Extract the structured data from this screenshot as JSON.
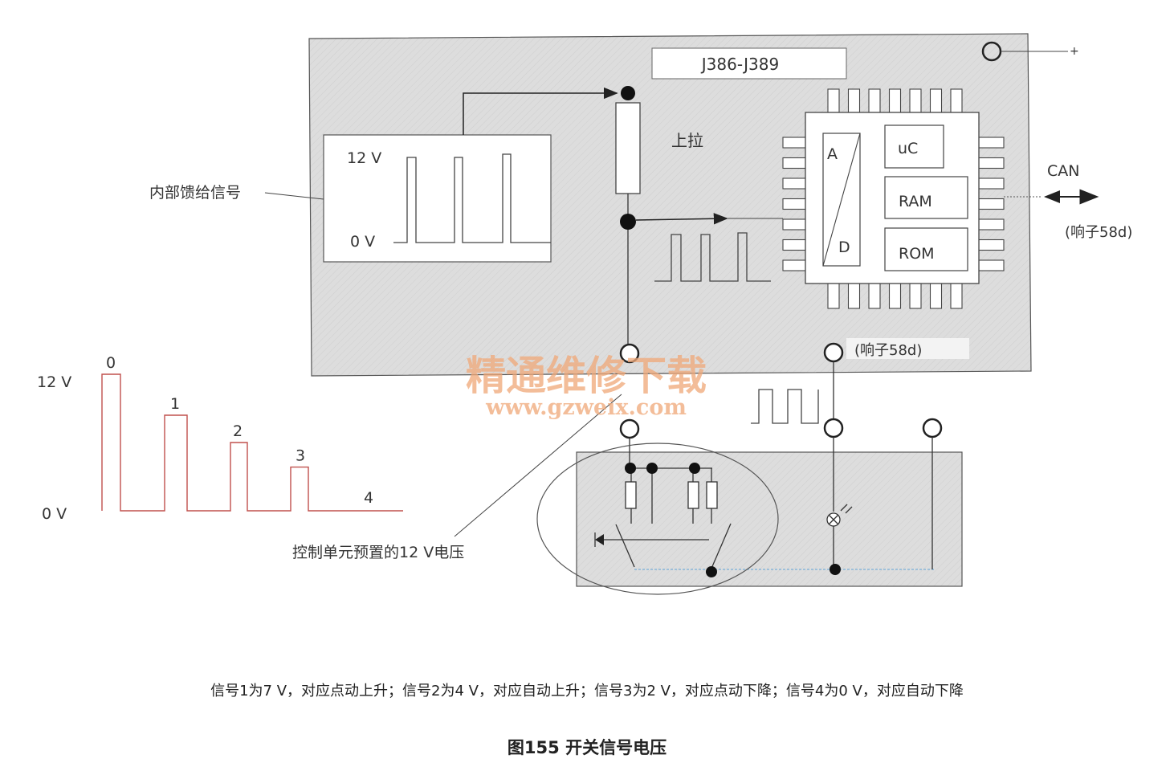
{
  "module_label": "J386-J389",
  "plus_label": "+",
  "internal_signal_label": "内部馈给信号",
  "internal_signal_box": {
    "high_label": "12 V",
    "low_label": "0 V"
  },
  "pullup_label": "上拉",
  "adc_labels": {
    "a": "A",
    "d": "D"
  },
  "chip_blocks": {
    "uc": "uC",
    "ram": "RAM",
    "rom": "ROM"
  },
  "can_label": "CAN",
  "terminal_label_right": "(响子58d)",
  "terminal_label_bottom": "(响子58d)",
  "watermark": {
    "line1": "精通维修下载",
    "line2": "www.gzweix.com"
  },
  "level_chart": {
    "high_label": "12 V",
    "low_label": "0 V",
    "steps": [
      {
        "label": "0",
        "level": 1.0
      },
      {
        "label": "1",
        "level": 0.7
      },
      {
        "label": "2",
        "level": 0.5
      },
      {
        "label": "3",
        "level": 0.32
      },
      {
        "label": "4",
        "level": 0.0
      }
    ]
  },
  "preset_voltage_label": "控制单元预置的12 V电压",
  "note": "信号1为7 V，对应点动上升；信号2为4 V，对应自动上升；信号3为2 V，对应点动下降；信号4为0 V，对应自动下降",
  "figure_title": "图155  开关信号电压",
  "colors": {
    "panel": "#dcdcdc",
    "line": "#333333",
    "signal": "#c0504d",
    "watermark": "#f0a878"
  }
}
